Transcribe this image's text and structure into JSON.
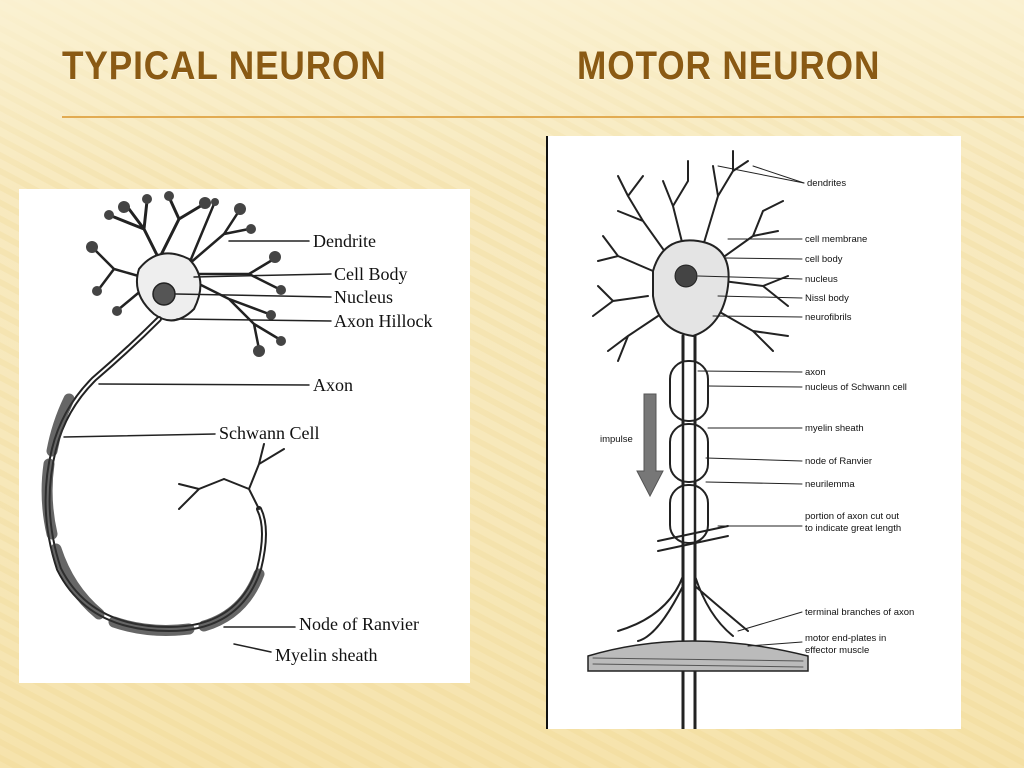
{
  "slide": {
    "title_left": "TYPICAL NEURON",
    "title_right": "MOTOR NEURON",
    "colors": {
      "title": "#8a5a14",
      "rule": "#e2ab52",
      "background": "#f7e7b6",
      "impulse_arrow": "#777777"
    }
  },
  "typical_neuron": {
    "labels": [
      "Dendrite",
      "Cell Body",
      "Nucleus",
      "Axon Hillock",
      "Axon",
      "Schwann Cell",
      "Node of Ranvier",
      "Myelin sheath"
    ]
  },
  "motor_neuron": {
    "labels": [
      "dendrites",
      "cell membrane",
      "cell body",
      "nucleus",
      "Nissl body",
      "neurofibrils",
      "axon",
      "nucleus of Schwann cell",
      "myelin sheath",
      "node of Ranvier",
      "neurilemma",
      "portion of axon cut out",
      "to indicate great length",
      "terminal branches of axon",
      "motor end-plates in",
      "effector muscle"
    ],
    "impulse_label": "impulse"
  }
}
